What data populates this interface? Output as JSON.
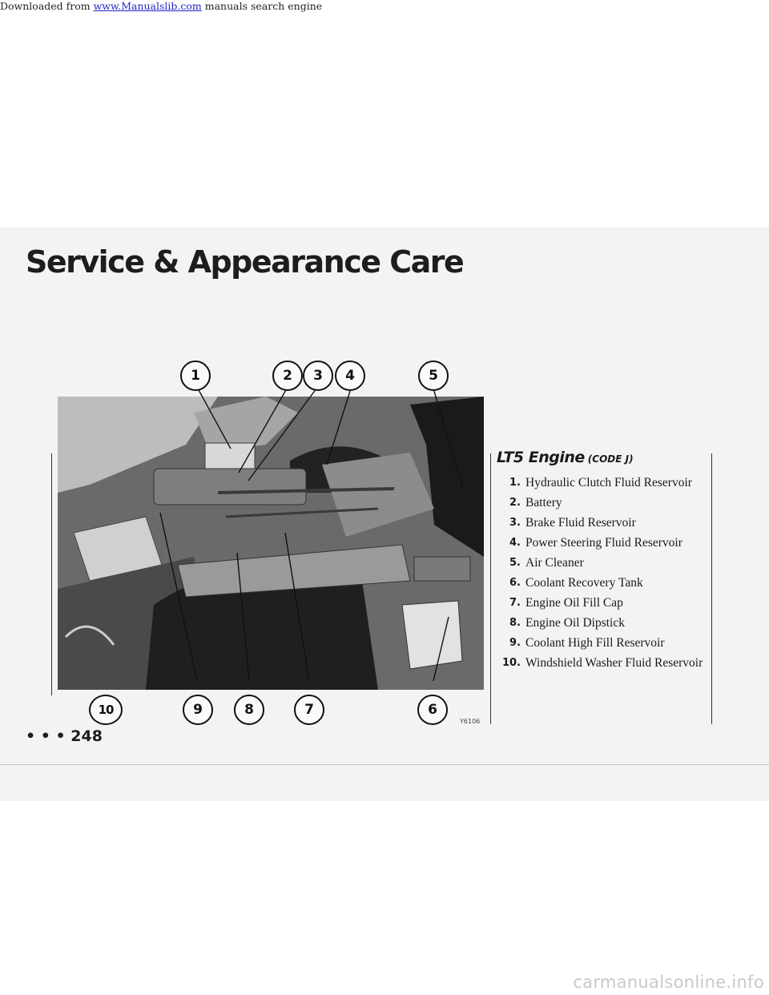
{
  "banner": {
    "prefix": "Downloaded from ",
    "link": "www.Manualslib.com",
    "suffix": " manuals search engine"
  },
  "page": {
    "title": "Service & Appearance Care",
    "page_number": "• • • 248",
    "photo_code": "Y6106"
  },
  "callouts": [
    "1",
    "2",
    "3",
    "4",
    "5",
    "6",
    "7",
    "8",
    "9",
    "10"
  ],
  "legend": {
    "heading": "LT5 Engine",
    "code": "(CODE J)",
    "items": [
      {
        "num": "1.",
        "label": "Hydraulic Clutch Fluid Reservoir"
      },
      {
        "num": "2.",
        "label": "Battery"
      },
      {
        "num": "3.",
        "label": "Brake Fluid Reservoir"
      },
      {
        "num": "4.",
        "label": "Power Steering Fluid Reservoir"
      },
      {
        "num": "5.",
        "label": "Air Cleaner"
      },
      {
        "num": "6.",
        "label": "Coolant Recovery Tank"
      },
      {
        "num": "7.",
        "label": "Engine Oil Fill Cap"
      },
      {
        "num": "8.",
        "label": "Engine Oil Dipstick"
      },
      {
        "num": "9.",
        "label": "Coolant High Fill Reservoir"
      },
      {
        "num": "10.",
        "label": "Windshield Washer Fluid Reservoir"
      }
    ]
  },
  "footer": {
    "watermark": "carmanualsonline.info"
  }
}
